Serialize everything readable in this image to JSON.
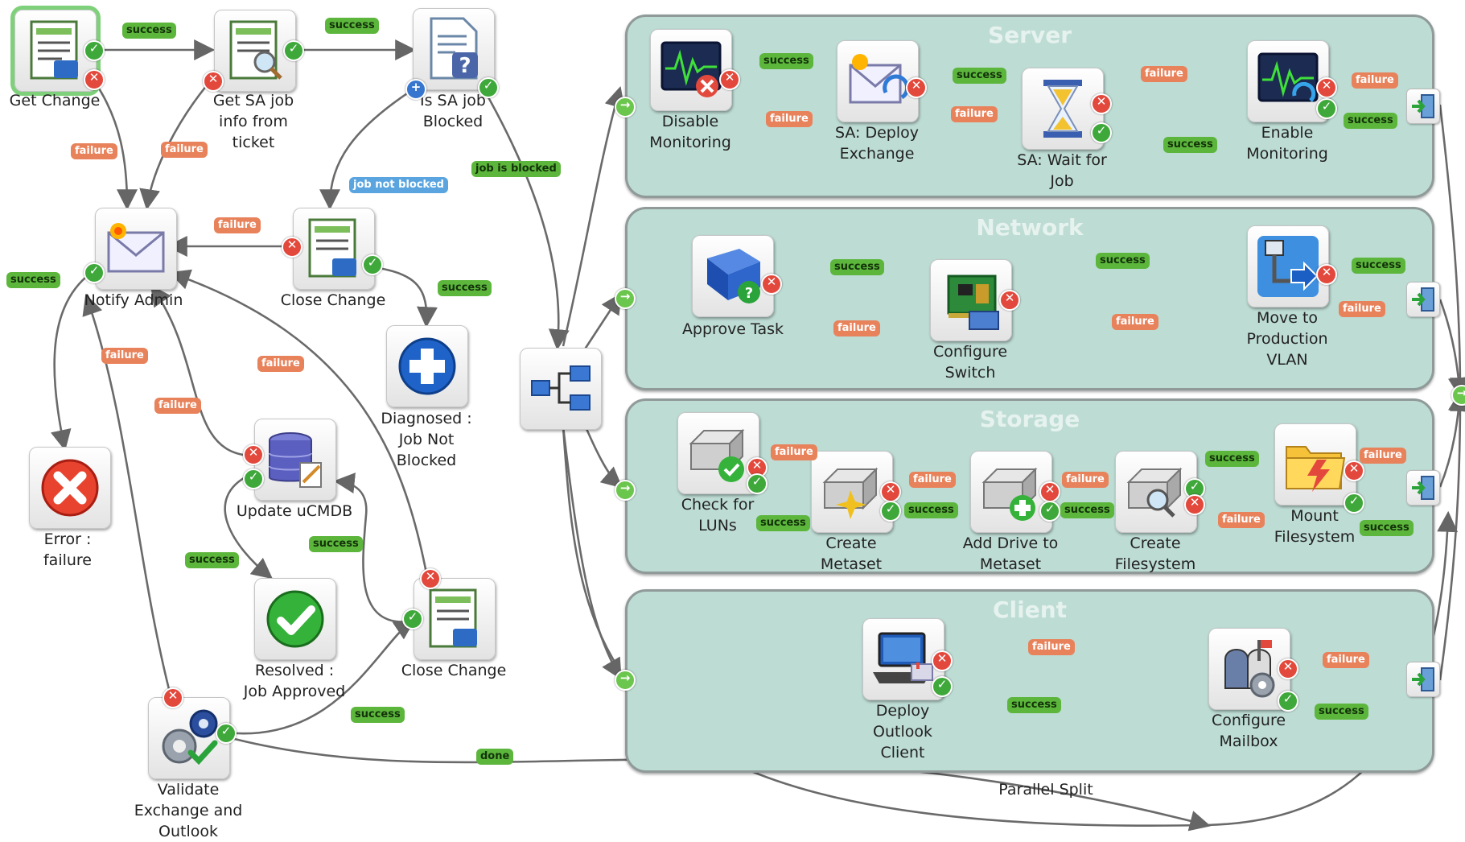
{
  "nodes": {
    "get_change": "Get Change",
    "get_sa_job_info": "Get SA job\ninfo from\nticket",
    "is_sa_job_blocked": "Is SA job\nBlocked",
    "notify_admin": "Notify Admin",
    "close_change_top": "Close Change",
    "diagnosed_job_not_blocked": "Diagnosed :\nJob Not\nBlocked",
    "error_failure": "Error :\nfailure",
    "update_ucmdb": "Update uCMDB",
    "resolved_job_approved": "Resolved :\nJob Approved",
    "close_change_bottom": "Close Change",
    "validate_exchange": "Validate\nExchange and\nOutlook",
    "parallel_split": "Parallel Split"
  },
  "lanes": {
    "server": {
      "title": "Server",
      "disable_monitoring": "Disable\nMonitoring",
      "sa_deploy_exchange": "SA: Deploy\nExchange",
      "sa_wait_for_job": "SA: Wait for\nJob",
      "enable_monitoring": "Enable\nMonitoring"
    },
    "network": {
      "title": "Network",
      "approve_task": "Approve Task",
      "configure_switch": "Configure\nSwitch",
      "move_to_production": "Move to\nProduction\nVLAN"
    },
    "storage": {
      "title": "Storage",
      "check_for_luns": "Check for\nLUNs",
      "create_metaset": "Create\nMetaset",
      "add_drive": "Add Drive to\nMetaset",
      "create_filesystem": "Create\nFilesystem",
      "mount_filesystem": "Mount\nFilesystem"
    },
    "client": {
      "title": "Client",
      "deploy_outlook": "Deploy\nOutlook\nClient",
      "configure_mailbox": "Configure\nMailbox"
    }
  },
  "transition_labels": {
    "success": "success",
    "failure": "failure",
    "job_not_blocked": "job not blocked",
    "job_is_blocked": "job is blocked",
    "done": "done"
  },
  "colors": {
    "lane_fill": "#bddcd4",
    "success_tag": "#5cb63c",
    "failure_tag": "#e8825b",
    "info_tag": "#5aa4df",
    "wire": "#666666"
  }
}
